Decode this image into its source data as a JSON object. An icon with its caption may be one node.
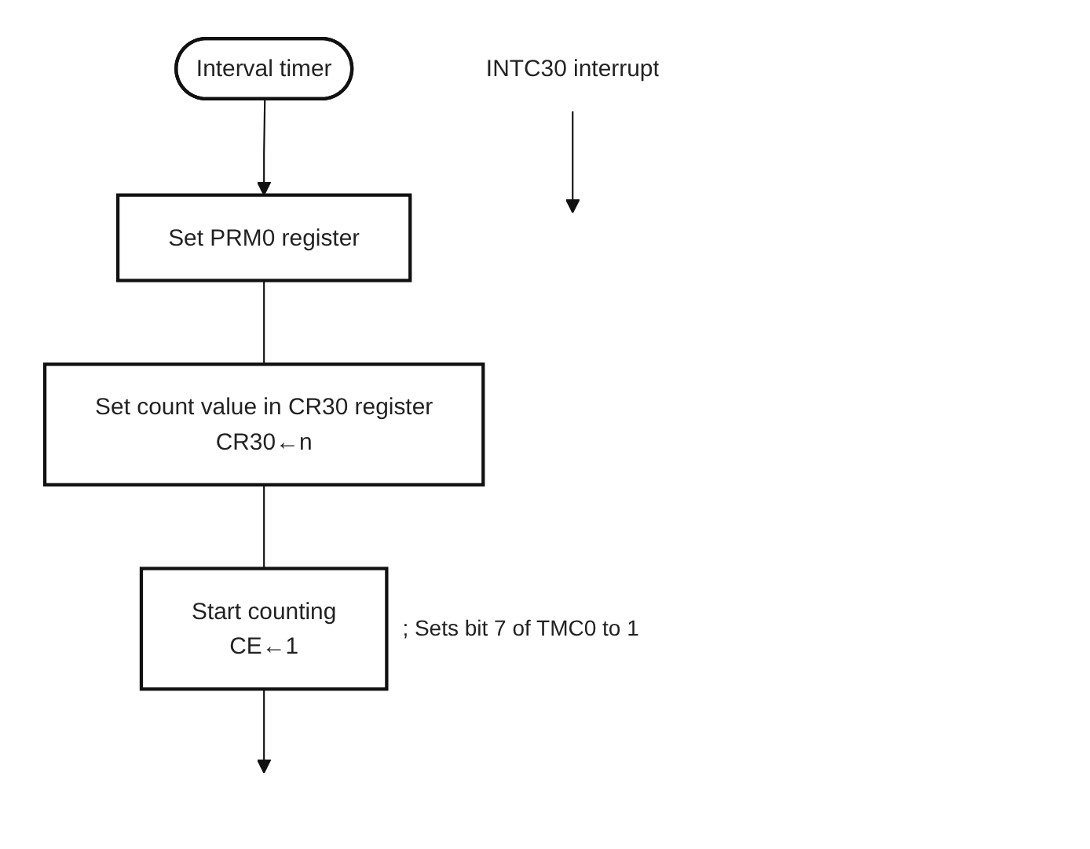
{
  "diagram": {
    "nodes": [
      {
        "text": [
          "Interval timer"
        ]
      },
      {
        "text": [
          "Set PRM0 register"
        ]
      },
      {
        "text": [
          "Set count value in CR30 register",
          "CR30←n"
        ]
      },
      {
        "text": [
          "Start counting",
          "CE←1"
        ],
        "beside": [
          "; Sets bit 7 of TMC0 to 1"
        ]
      },
      {
        "text": [
          "INTC30 interrupt"
        ]
      }
    ],
    "edges": [
      {
        "from": 0,
        "to": 1,
        "arrow": "to"
      },
      {
        "from": 1,
        "to": 2,
        "arrow": "none"
      },
      {
        "from": 2,
        "to": 3,
        "arrow": "none"
      },
      {
        "from": 3,
        "to": null,
        "arrow": "to"
      },
      {
        "from": 4,
        "to": null,
        "arrow": "to"
      }
    ]
  }
}
